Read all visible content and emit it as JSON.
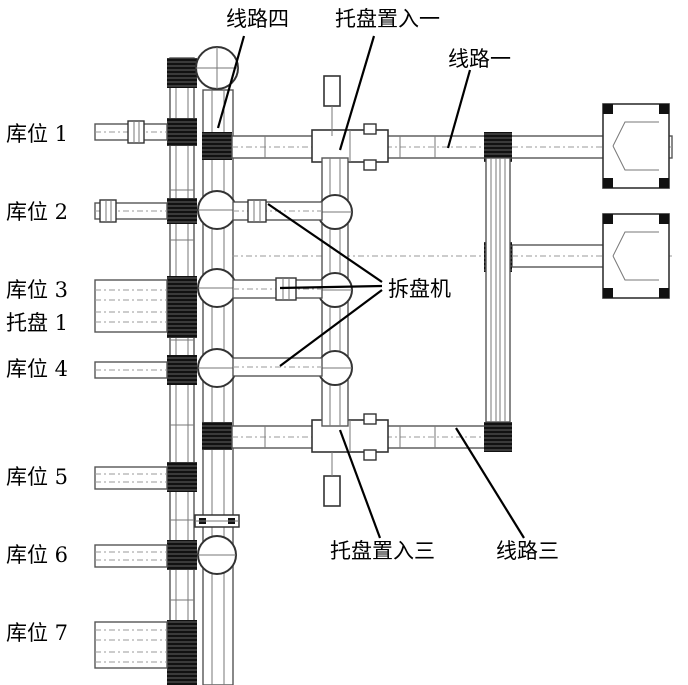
{
  "labels": {
    "line4": "线路四",
    "pallet_in_1": "托盘置入一",
    "line1": "线路一",
    "unstacker": "拆盘机",
    "pallet_in_3": "托盘置入三",
    "line3": "线路三",
    "tray1": "托盘 1"
  },
  "slots": [
    "库位 1",
    "库位 2",
    "库位 3",
    "库位 4",
    "库位 5",
    "库位 6",
    "库位 7"
  ]
}
